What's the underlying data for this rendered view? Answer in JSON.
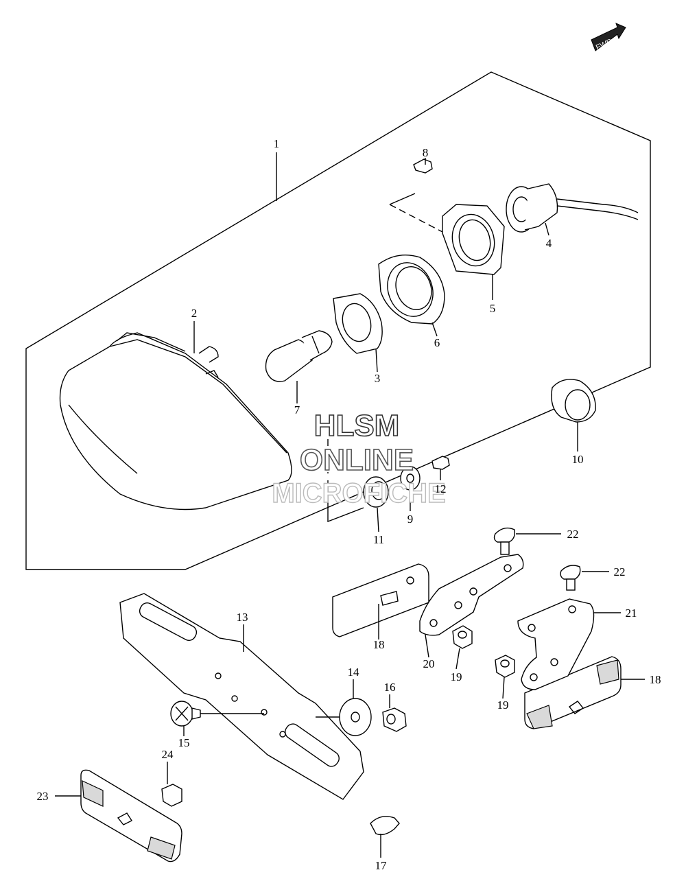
{
  "direction_badge": "FWD",
  "watermark": {
    "line1": "HLSM",
    "line2": "ONLINE",
    "line3": "MICROFICHE"
  },
  "parts": [
    {
      "id": "1",
      "label": "1"
    },
    {
      "id": "2",
      "label": "2"
    },
    {
      "id": "3",
      "label": "3"
    },
    {
      "id": "4",
      "label": "4"
    },
    {
      "id": "5",
      "label": "5"
    },
    {
      "id": "6",
      "label": "6"
    },
    {
      "id": "7",
      "label": "7"
    },
    {
      "id": "8",
      "label": "8"
    },
    {
      "id": "9",
      "label": "9"
    },
    {
      "id": "10",
      "label": "10"
    },
    {
      "id": "11",
      "label": "11"
    },
    {
      "id": "12",
      "label": "12"
    },
    {
      "id": "13",
      "label": "13"
    },
    {
      "id": "14",
      "label": "14"
    },
    {
      "id": "15",
      "label": "15"
    },
    {
      "id": "16",
      "label": "16"
    },
    {
      "id": "17",
      "label": "17"
    },
    {
      "id": "18a",
      "label": "18"
    },
    {
      "id": "18b",
      "label": "18"
    },
    {
      "id": "19a",
      "label": "19"
    },
    {
      "id": "19b",
      "label": "19"
    },
    {
      "id": "20",
      "label": "20"
    },
    {
      "id": "21",
      "label": "21"
    },
    {
      "id": "22a",
      "label": "22"
    },
    {
      "id": "22b",
      "label": "22"
    },
    {
      "id": "23",
      "label": "23"
    },
    {
      "id": "24",
      "label": "24"
    }
  ]
}
